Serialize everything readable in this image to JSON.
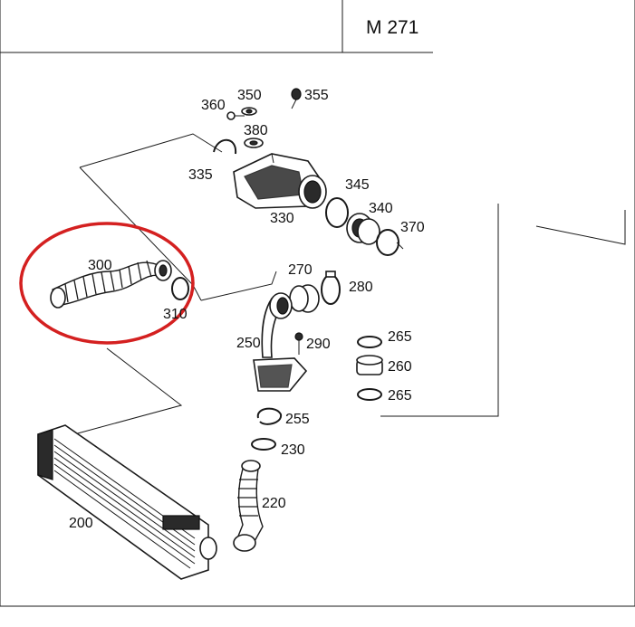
{
  "model_label": "M 271",
  "parts": {
    "p200": "200",
    "p220": "220",
    "p230": "230",
    "p250": "250",
    "p255": "255",
    "p260": "260",
    "p265a": "265",
    "p265b": "265",
    "p270": "270",
    "p280": "280",
    "p290": "290",
    "p300": "300",
    "p310": "310",
    "p330": "330",
    "p335": "335",
    "p340": "340",
    "p345": "345",
    "p350": "350",
    "p355": "355",
    "p360": "360",
    "p370": "370",
    "p380": "380"
  },
  "highlight_color": "#d42020"
}
